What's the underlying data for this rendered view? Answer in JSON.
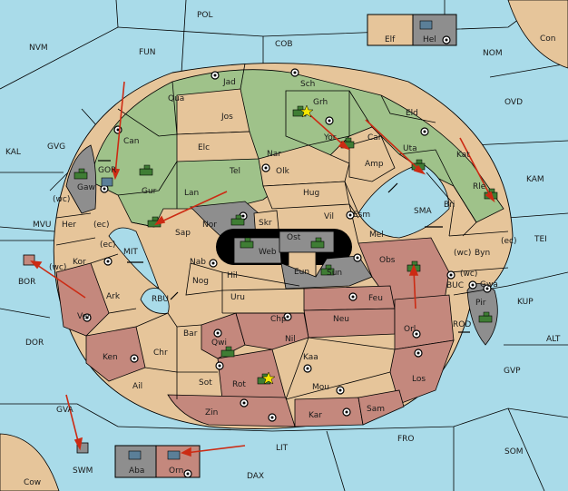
{
  "colors": {
    "sea": "#a9dbe9",
    "tan": "#e6c59a",
    "green": "#9fc28a",
    "red": "#c4887d",
    "gray": "#8e8e8e",
    "black": "#000000",
    "order_arrow": "#cc2b14"
  },
  "regions": {
    "POL": "POL",
    "FUN": "FUN",
    "COB": "COB",
    "NVM": "NVM",
    "NOM": "NOM",
    "OVD": "OVD",
    "Con": "Con",
    "Elf": "Elf",
    "Hel": "Hel",
    "KAL": "KAL",
    "GVG": "GVG",
    "KAM": "KAM",
    "TEI": "TEI",
    "MVU": "MVU",
    "BOR": "BOR",
    "MIT": "MIT",
    "RBU": "RBU",
    "SMA": "SMA",
    "BUC": "BUC",
    "KUP": "KUP",
    "ROD": "ROD",
    "ALT": "ALT",
    "DOR": "DOR",
    "GVP": "GVP",
    "GVA": "GVA",
    "FRO": "FRO",
    "SOM": "SOM",
    "LIT": "LIT",
    "DAX": "DAX",
    "SWM": "SWM",
    "Cow": "Cow",
    "Aba": "Aba",
    "Orn": "Orn",
    "Jad": "Jad",
    "Sch": "Sch",
    "Qua": "Qua",
    "Grh": "Grh",
    "Jos": "Jos",
    "Can": "Can",
    "Eld": "Eld",
    "Yor": "Yor",
    "Car": "Car",
    "Elc": "Elc",
    "Nar": "Nar",
    "Uta": "Uta",
    "GOR": "GOR",
    "Tel": "Tel",
    "Olk": "Olk",
    "Amp": "Amp",
    "Kat": "Kat",
    "Gaw": "Gaw",
    "Gur": "Gur",
    "Lan": "Lan",
    "Hug": "Hug",
    "Rle": "Rle",
    "Bri": "Bri",
    "Her": "Her",
    "Nor": "Nor",
    "Skr": "Skr",
    "Vil": "Vil",
    "Esm": "Esm",
    "Sap": "Sap",
    "Ost": "Ost",
    "Web": "Web",
    "Mel": "Mel",
    "Kor": "Kor",
    "Nab": "Nab",
    "Eun": "Eun",
    "Byn": "Byn",
    "Hil": "Hil",
    "Sun": "Sun",
    "Obs": "Obs",
    "Nog": "Nog",
    "Gwa": "Gwa",
    "Ark": "Ark",
    "Uru": "Uru",
    "Feu": "Feu",
    "Pir": "Pir",
    "Ver": "Ver",
    "Chp": "Chp",
    "Neu": "Neu",
    "Orl": "Orl",
    "Bar": "Bar",
    "Qwi": "Qwi",
    "Nil": "Nil",
    "Ken": "Ken",
    "Chr": "Chr",
    "Kaa": "Kaa",
    "Ail": "Ail",
    "Sot": "Sot",
    "Rot": "Rot",
    "Mou": "Mou",
    "Los": "Los",
    "Zin": "Zin",
    "Kar": "Kar",
    "Sam": "Sam"
  },
  "coast_labels": {
    "wc": "(wc)",
    "ec": "(ec)"
  }
}
